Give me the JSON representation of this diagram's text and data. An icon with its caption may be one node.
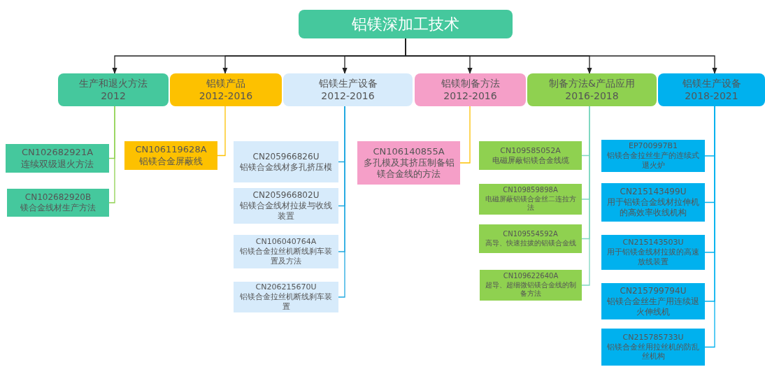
{
  "diagram": {
    "nodes": [
      {
        "text": [
          "铝镁深加工技术"
        ]
      },
      {
        "text": [
          "生产和退火方法",
          "2012"
        ]
      },
      {
        "text": [
          "铝镁产品",
          "2012-2016"
        ]
      },
      {
        "text": [
          "铝镁生产设备",
          "2012-2016"
        ]
      },
      {
        "text": [
          "铝镁制备方法",
          "2012-2016"
        ]
      },
      {
        "text": [
          "制备方法&产品应用",
          "2016-2018"
        ]
      },
      {
        "text": [
          "铝镁生产设备",
          "2018-2021"
        ]
      },
      {
        "text": [
          "CN102682921A",
          "连续双级退火方法"
        ]
      },
      {
        "text": [
          "CN102682920B",
          "镁合金线材生产方法"
        ]
      },
      {
        "text": [
          "CN106119628A",
          "铝镁合金屏蔽线"
        ]
      },
      {
        "text": [
          "CN205966826U",
          "铝镁合金线材多孔挤压模"
        ]
      },
      {
        "text": [
          "CN205966802U",
          "铝镁合金线材拉拔与收线装置"
        ]
      },
      {
        "text": [
          "CN106040764A",
          "铝镁合金拉丝机断线刹车装置及方法"
        ]
      },
      {
        "text": [
          "CN206215670U",
          "铝镁合金拉丝机断线刹车装置"
        ]
      },
      {
        "text": [
          "CN106140855A",
          "多孔模及其挤压制备铝镁合金线的方法"
        ]
      },
      {
        "text": [
          "CN109585052A",
          "电磁屏蔽铝镁合金线缆"
        ]
      },
      {
        "text": [
          "CN109859898A",
          "电磁屏蔽铝镁合金丝二连拉方法"
        ]
      },
      {
        "text": [
          "CN109554592A",
          "高导、快速拉拔的铝镁合金线"
        ]
      },
      {
        "text": [
          "CN109622640A",
          "超导、超细微铝镁合金线的制备方法"
        ]
      },
      {
        "text": [
          "EP700997B1",
          "铝镁合金拉丝生产的连续式退火炉"
        ]
      },
      {
        "text": [
          "CN215143499U",
          "用于铝镁合金线材拉伸机的高效率收线机构"
        ]
      },
      {
        "text": [
          "CN215143503U",
          "用于铝镁金线材拉拔的高速放线装置"
        ]
      },
      {
        "text": [
          "CN215799794U",
          "铝镁合金丝生产用连续退火伸线机"
        ]
      },
      {
        "text": [
          "CN215785733U",
          "铝镁合金丝用拉丝机的防乱丝机构"
        ]
      }
    ],
    "edges": [
      {
        "from": 0,
        "to": 1,
        "arrow": "to"
      },
      {
        "from": 0,
        "to": 2,
        "arrow": "to"
      },
      {
        "from": 0,
        "to": 3,
        "arrow": "to"
      },
      {
        "from": 0,
        "to": 4,
        "arrow": "to"
      },
      {
        "from": 0,
        "to": 5,
        "arrow": "to"
      },
      {
        "from": 0,
        "to": 6,
        "arrow": "to"
      },
      {
        "from": 1,
        "to": 7,
        "arrow": "none",
        "color": "#8fd150"
      },
      {
        "from": 1,
        "to": 8,
        "arrow": "none",
        "color": "#8fd150"
      },
      {
        "from": 2,
        "to": 9,
        "arrow": "none",
        "color": "#fdc100"
      },
      {
        "from": 3,
        "to": 10,
        "arrow": "none",
        "color": "#1fa8e0"
      },
      {
        "from": 3,
        "to": 11,
        "arrow": "none",
        "color": "#1fa8e0"
      },
      {
        "from": 3,
        "to": 12,
        "arrow": "none",
        "color": "#1fa8e0"
      },
      {
        "from": 3,
        "to": 13,
        "arrow": "none",
        "color": "#1fa8e0"
      },
      {
        "from": 4,
        "to": 14,
        "arrow": "none",
        "color": "#fdc100"
      },
      {
        "from": 5,
        "to": 15,
        "arrow": "none",
        "color": "#7fd8c0"
      },
      {
        "from": 5,
        "to": 16,
        "arrow": "none",
        "color": "#7fd8c0"
      },
      {
        "from": 5,
        "to": 17,
        "arrow": "none",
        "color": "#7fd8c0"
      },
      {
        "from": 5,
        "to": 18,
        "arrow": "none",
        "color": "#7fd8c0"
      },
      {
        "from": 6,
        "to": 19,
        "arrow": "none",
        "color": "#00b1ee"
      },
      {
        "from": 6,
        "to": 20,
        "arrow": "none",
        "color": "#00b1ee"
      },
      {
        "from": 6,
        "to": 21,
        "arrow": "none",
        "color": "#00b1ee"
      },
      {
        "from": 6,
        "to": 22,
        "arrow": "none",
        "color": "#00b1ee"
      },
      {
        "from": 6,
        "to": 23,
        "arrow": "none",
        "color": "#00b1ee"
      }
    ]
  }
}
